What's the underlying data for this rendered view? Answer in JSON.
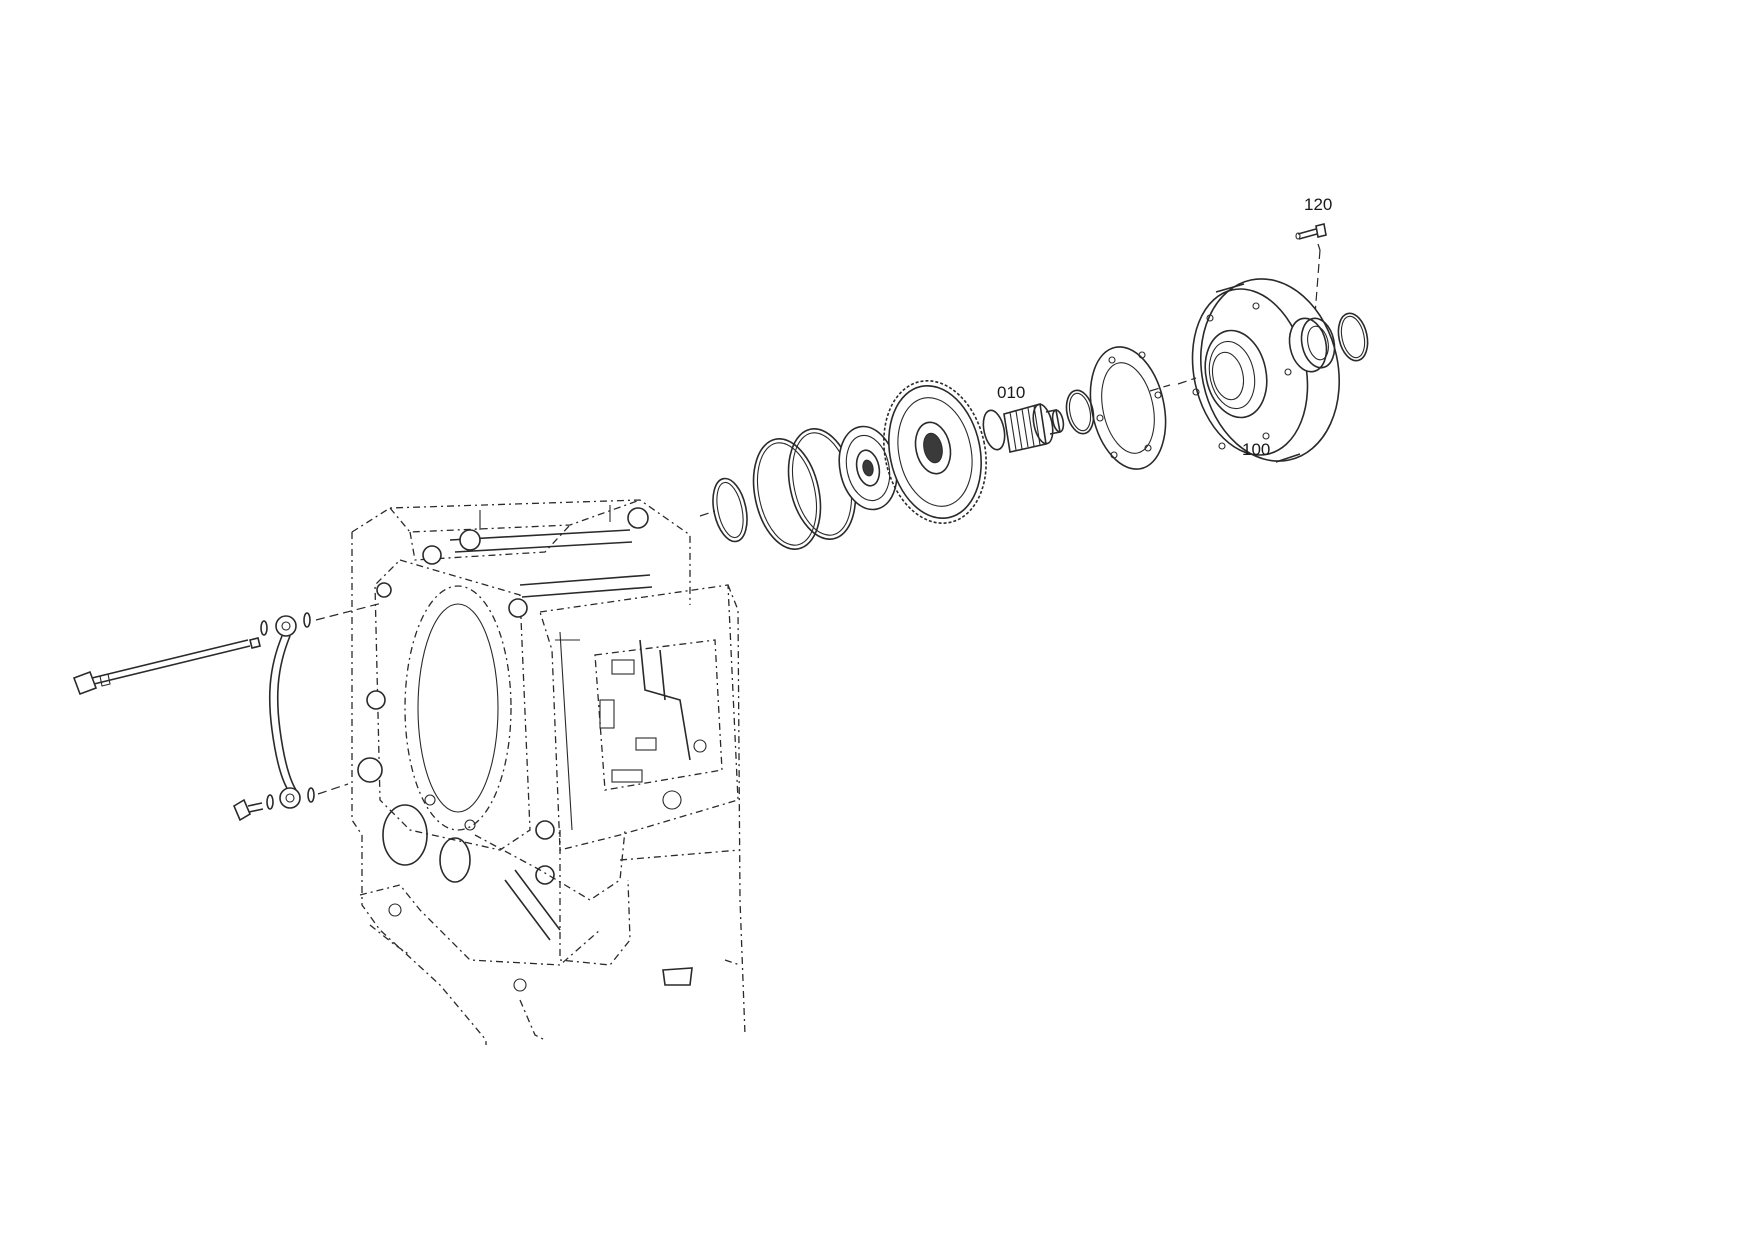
{
  "callouts": {
    "part_120": "120",
    "part_010": "010",
    "part_100": "100"
  },
  "colors": {
    "line": "#2a2a2a",
    "background": "#ffffff"
  }
}
